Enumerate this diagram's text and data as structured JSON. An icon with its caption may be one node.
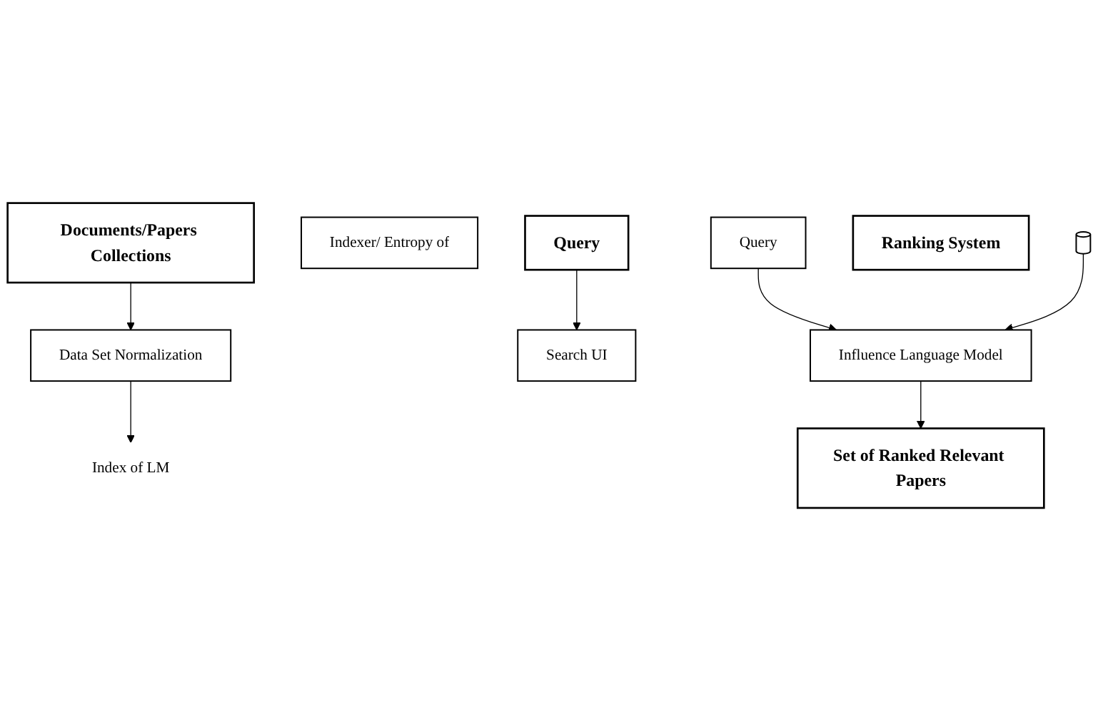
{
  "diagram": {
    "nodes": [
      {
        "text": [
          "Documents/Papers Collections"
        ]
      },
      {
        "text": [
          "Data Set Normalization"
        ]
      },
      {
        "text": [
          "Index of LM"
        ]
      },
      {
        "text": [
          "Indexer/ Entropy of"
        ]
      },
      {
        "text": [
          "Query"
        ]
      },
      {
        "text": [
          "Search UI"
        ]
      },
      {
        "text": [
          "Query"
        ]
      },
      {
        "text": [
          "Ranking System"
        ]
      },
      {
        "text": [
          "Influence Language Model"
        ]
      },
      {
        "text": [],
        "shape": "cylinder"
      },
      {
        "text": [
          "Set of Ranked Relevant Papers"
        ]
      }
    ],
    "edges": [
      {
        "from": 0,
        "to": 1,
        "arrow": "to"
      },
      {
        "from": 1,
        "to": 2,
        "arrow": "to"
      },
      {
        "from": 4,
        "to": 5,
        "arrow": "to"
      },
      {
        "from": 6,
        "to": 8,
        "arrow": "to"
      },
      {
        "from": 9,
        "to": 8,
        "arrow": "to"
      },
      {
        "from": 8,
        "to": 10,
        "arrow": "to"
      }
    ]
  }
}
